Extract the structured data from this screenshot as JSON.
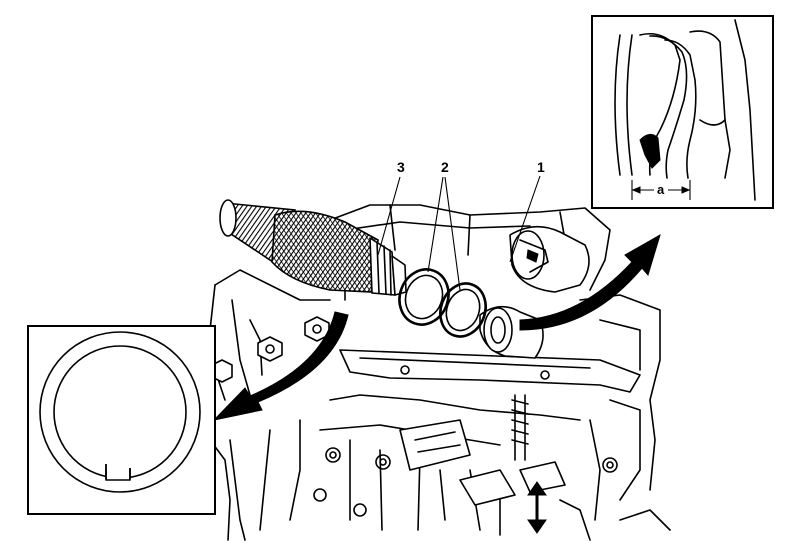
{
  "callouts": {
    "part_1": "1",
    "part_2": "2",
    "part_3": "3"
  },
  "detail_top_right": {
    "dimension_label": "a"
  },
  "colors": {
    "ink": "#000000",
    "background": "#ffffff",
    "knurl_hatch": "#000000"
  }
}
